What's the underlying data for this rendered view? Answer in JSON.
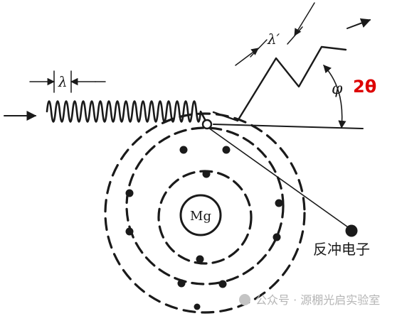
{
  "diagram": {
    "incident_wavelength_label": "λ",
    "scattered_wavelength_label": "λ′",
    "angle_label": "φ",
    "angle_note": "2θ",
    "nucleus_label": "Mg",
    "recoil_label": "反冲电子"
  },
  "watermark": {
    "text": "公众号 · 源棚光启实验室"
  },
  "colors": {
    "ink": "#1a1a1a",
    "accent": "#dd0000",
    "watermark": "#b5b5b5",
    "background": "#ffffff"
  }
}
